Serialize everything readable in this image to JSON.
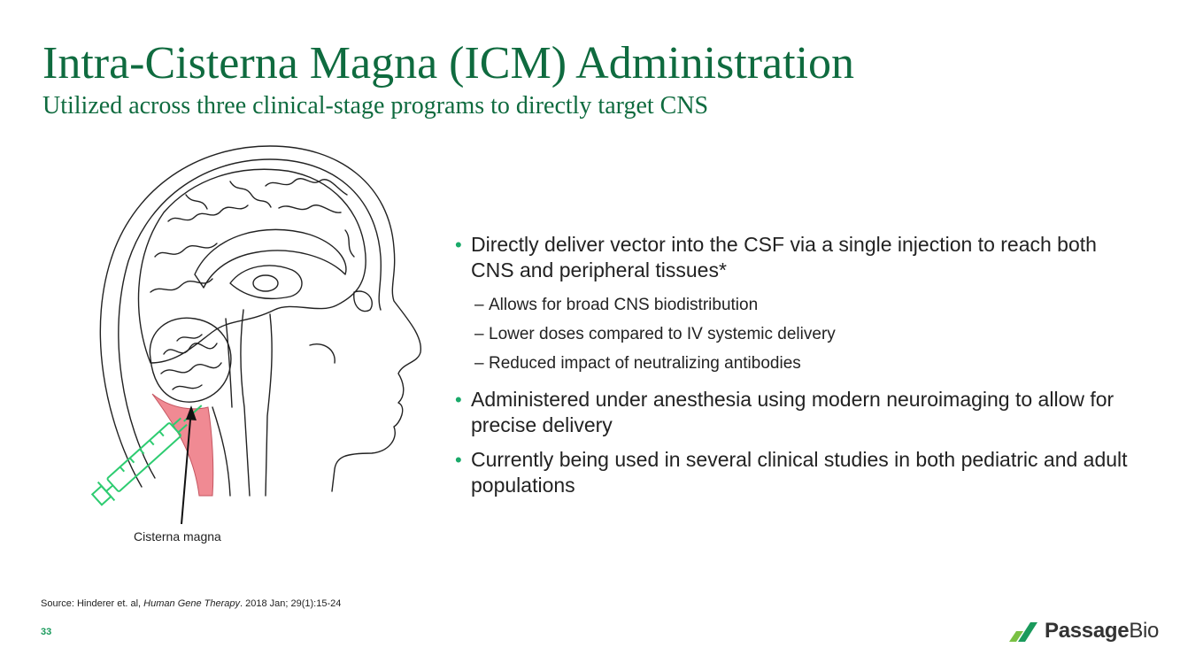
{
  "slide": {
    "title": "Intra-Cisterna Magna (ICM) Administration",
    "subtitle": "Utilized across three clinical-stage programs to directly target CNS",
    "caption": "Cisterna magna",
    "bullets": [
      {
        "text": "Directly deliver vector into the CSF via a single injection to reach both CNS and peripheral tissues*",
        "subs": [
          "Allows for broad CNS biodistribution",
          "Lower doses compared to IV systemic delivery",
          "Reduced impact of neutralizing antibodies"
        ]
      },
      {
        "text": "Administered under anesthesia using modern neuroimaging to allow for precise delivery",
        "subs": []
      },
      {
        "text": "Currently being used in several clinical studies in both pediatric and adult populations",
        "subs": []
      }
    ],
    "source_prefix": "Source:  Hinderer et. al, ",
    "source_journal": "Human Gene Therapy",
    "source_suffix": ". 2018 Jan; 29(1):15-24",
    "page_number": "33",
    "logo_bold": "Passage",
    "logo_light": "Bio",
    "bullet_glyph": "•",
    "sub_glyph": "–"
  },
  "colors": {
    "title": "#0f6b3f",
    "accent": "#1aaa6a",
    "syringe": "#2ecc71",
    "cisterna": "#f08a93"
  }
}
